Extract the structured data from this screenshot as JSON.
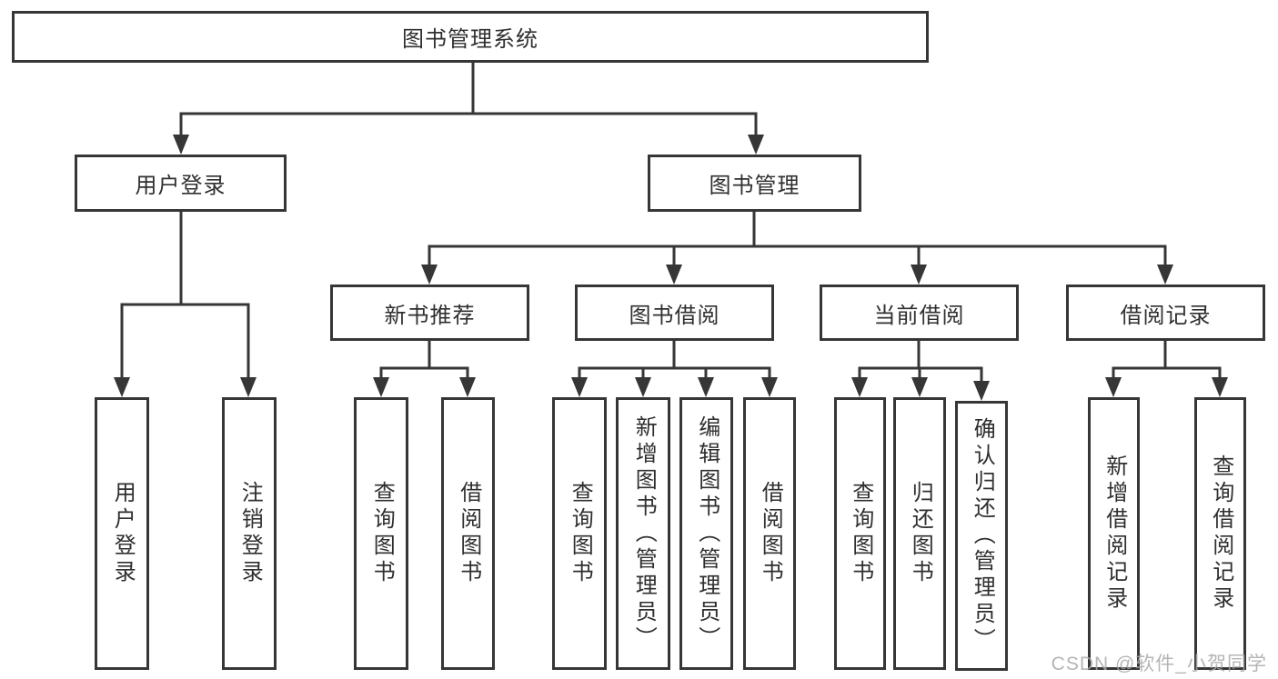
{
  "colors": {
    "background": "#ffffff",
    "line": "#363636",
    "box_border": "#363636",
    "text": "#2f2f2f",
    "watermark": "rgba(168,168,168,0.85)"
  },
  "watermark": {
    "text": "CSDN @软件_小贺同学"
  },
  "tree": {
    "label": "图书管理系统",
    "children": [
      {
        "label": "用户登录",
        "children": [
          {
            "label": "用户登录"
          },
          {
            "label": "注销登录"
          }
        ]
      },
      {
        "label": "图书管理",
        "children": [
          {
            "label": "新书推荐",
            "children": [
              {
                "label": "查询图书"
              },
              {
                "label": "借阅图书"
              }
            ]
          },
          {
            "label": "图书借阅",
            "children": [
              {
                "label": "查询图书"
              },
              {
                "label": "新增图书（管理员）"
              },
              {
                "label": "编辑图书（管理员）"
              },
              {
                "label": "借阅图书"
              }
            ]
          },
          {
            "label": "当前借阅",
            "children": [
              {
                "label": "查询图书"
              },
              {
                "label": "归还图书"
              },
              {
                "label": "确认归还（管理员）"
              }
            ]
          },
          {
            "label": "借阅记录",
            "children": [
              {
                "label": "新增借阅记录"
              },
              {
                "label": "查询借阅记录"
              }
            ]
          }
        ]
      }
    ]
  }
}
